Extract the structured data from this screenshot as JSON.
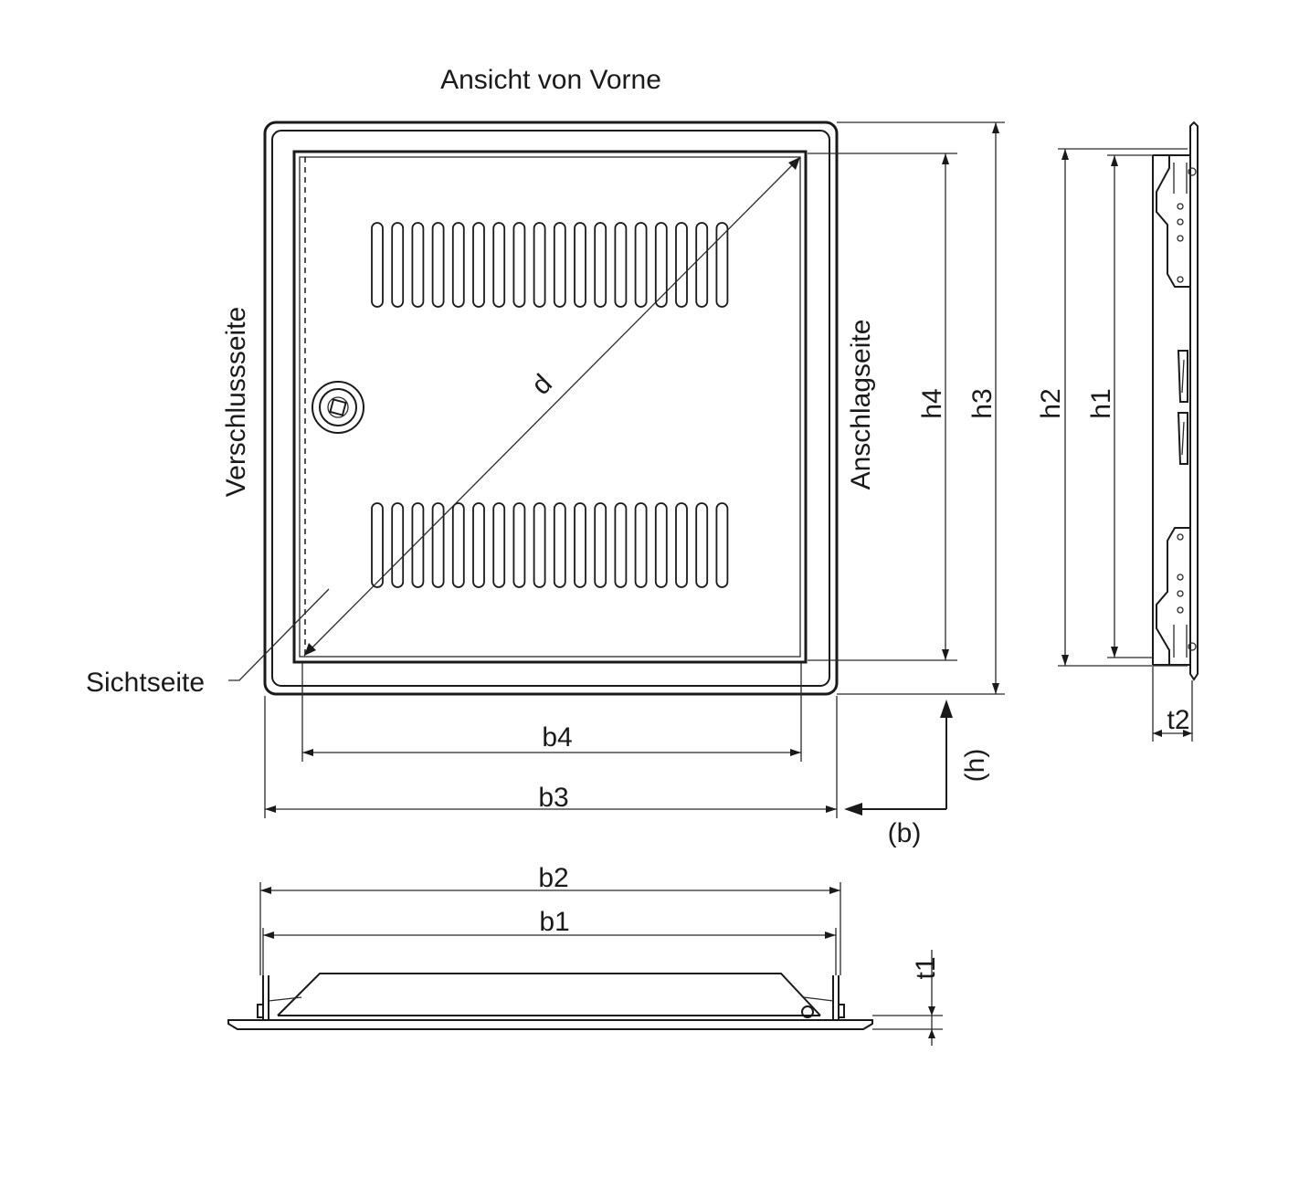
{
  "title": "Ansicht von Vorne",
  "side_labels": {
    "lock_side": "Verschlussseite",
    "hinge_side": "Anschlagseite",
    "visible_side": "Sichtseite"
  },
  "dimensions": {
    "diagonal": "d",
    "h1": "h1",
    "h2": "h2",
    "h3": "h3",
    "h4": "h4",
    "b1": "b1",
    "b2": "b2",
    "b3": "b3",
    "b4": "b4",
    "t1": "t1",
    "t2": "t2"
  },
  "axes": {
    "height": "(h)",
    "width": "(b)"
  },
  "colors": {
    "line": "#1a1a1a",
    "background": "#ffffff"
  }
}
